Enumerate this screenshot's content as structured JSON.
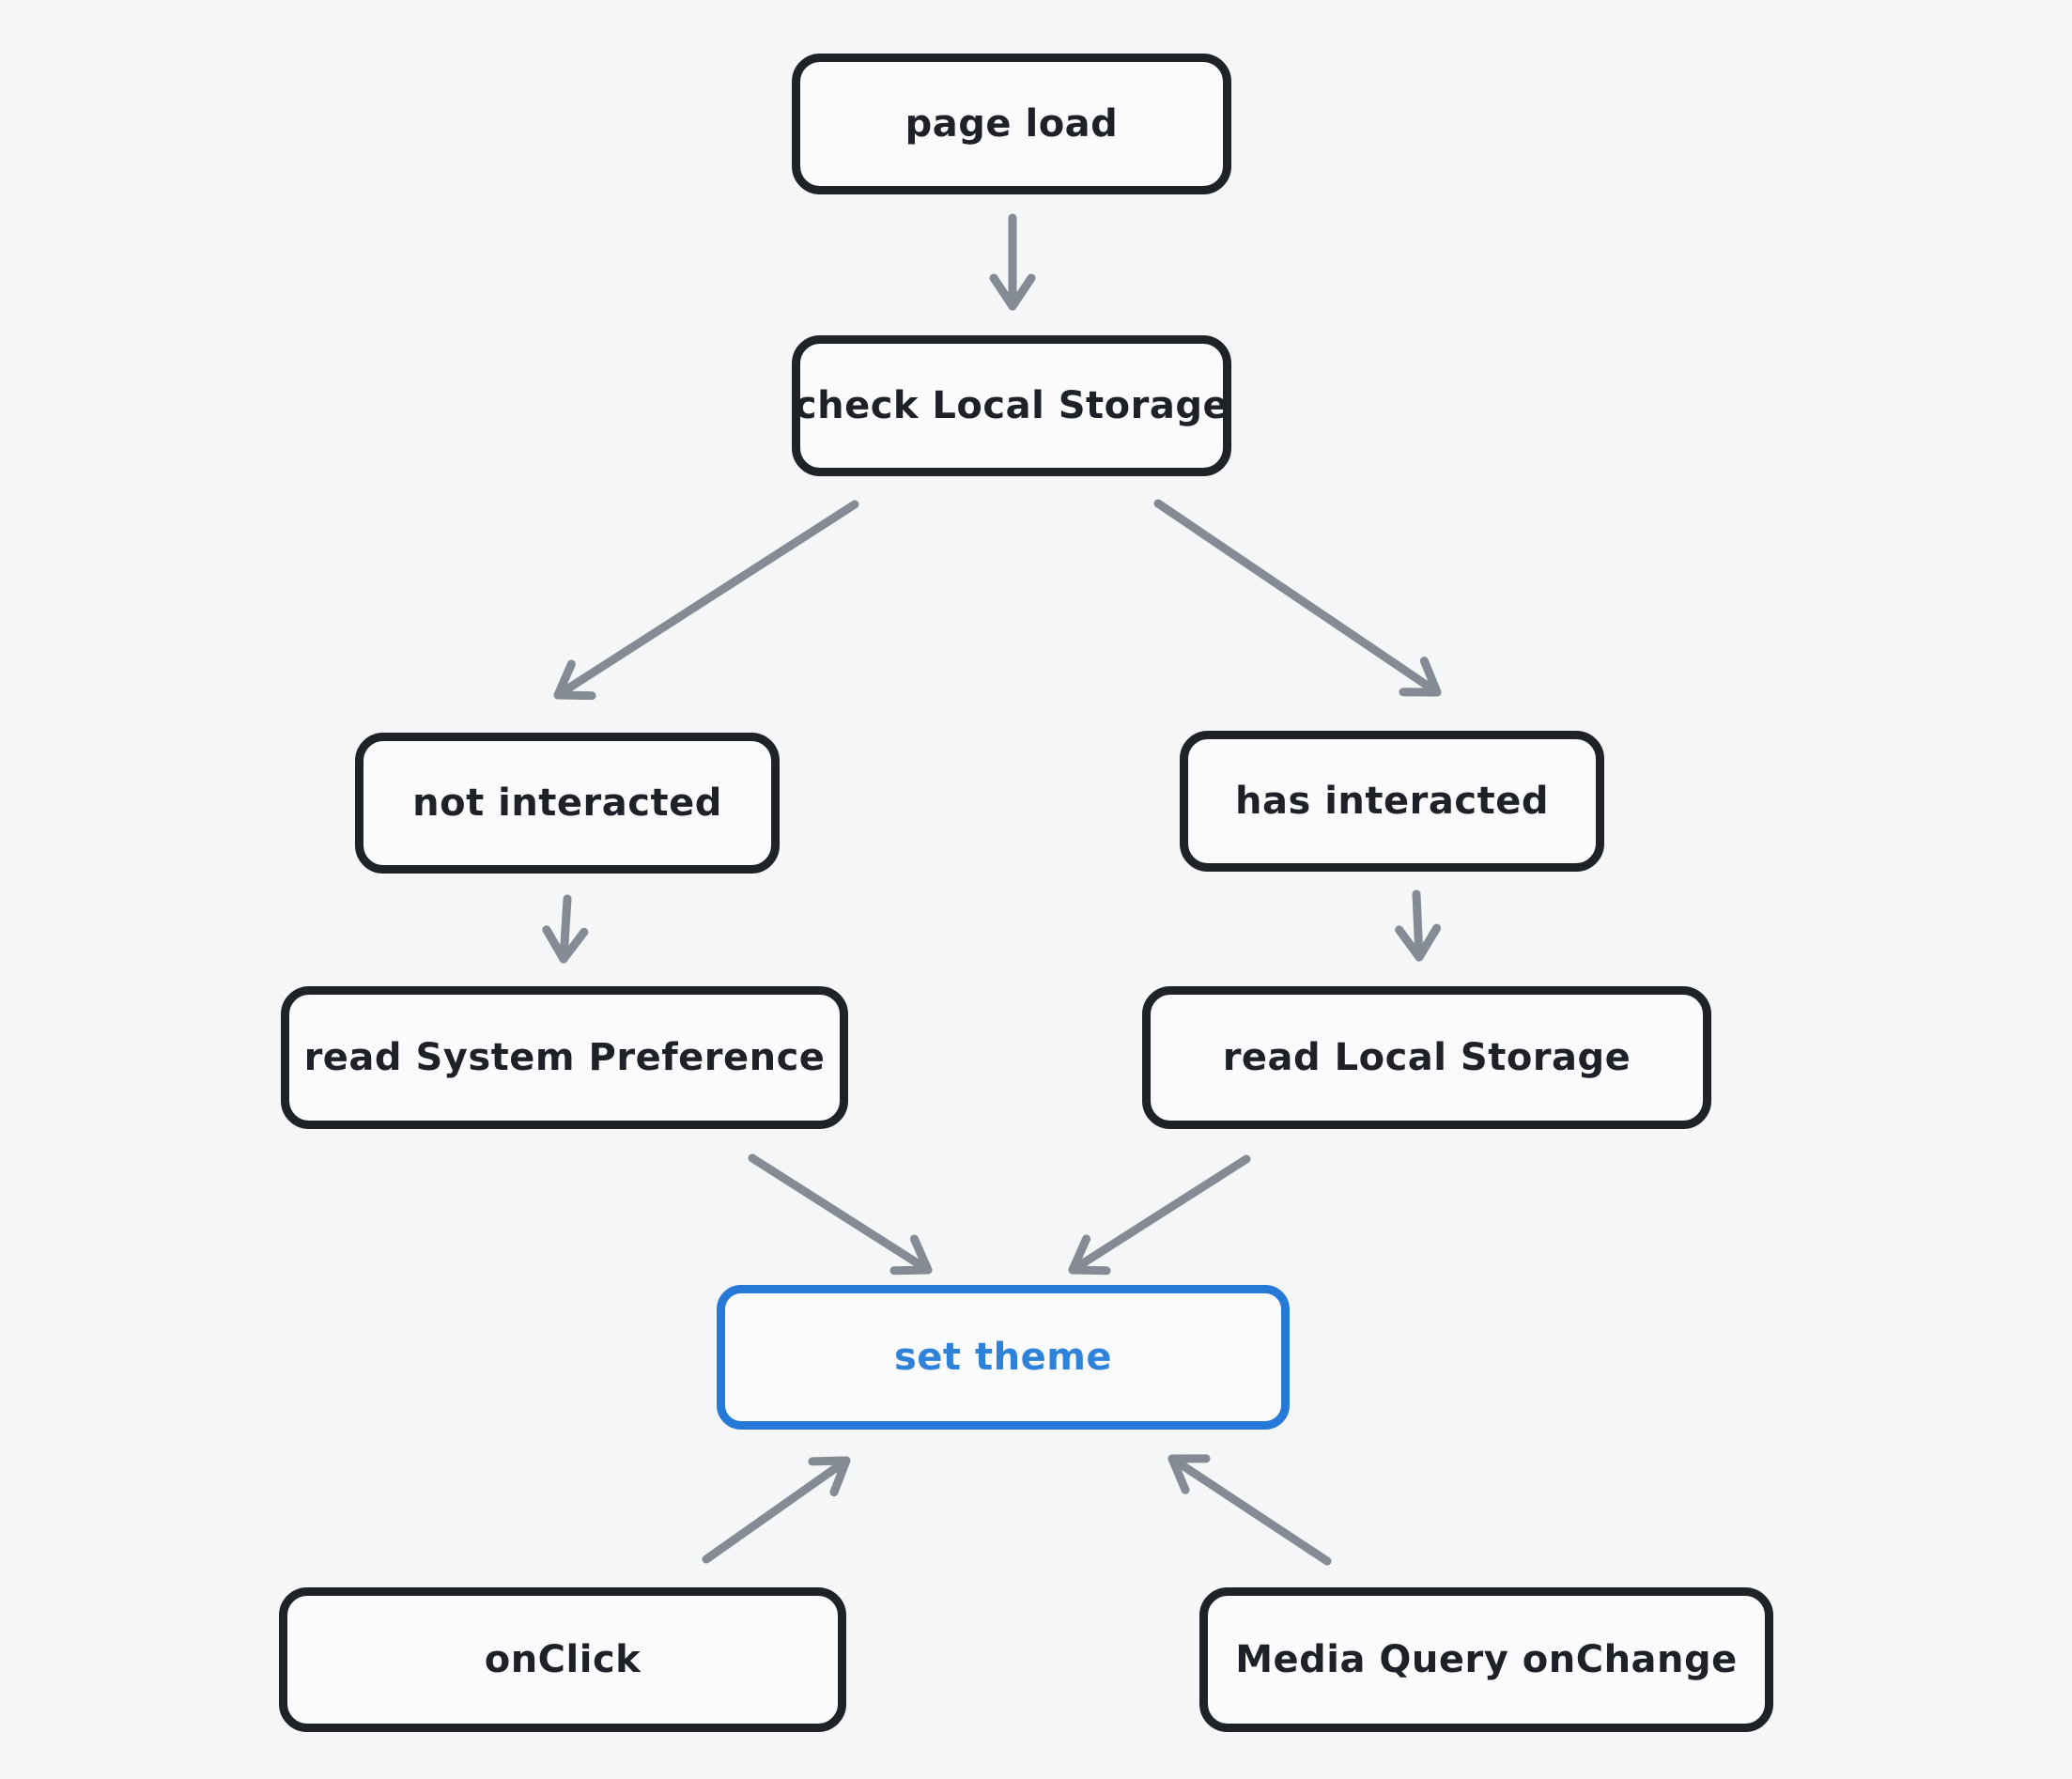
{
  "diagram": {
    "type": "flowchart",
    "nodes": [
      {
        "id": "page-load",
        "label": "page load",
        "emphasis": "default"
      },
      {
        "id": "check-local-storage",
        "label": "check Local Storage",
        "emphasis": "default"
      },
      {
        "id": "not-interacted",
        "label": "not interacted",
        "emphasis": "default"
      },
      {
        "id": "has-interacted",
        "label": "has interacted",
        "emphasis": "default"
      },
      {
        "id": "read-system-preference",
        "label": "read System Preference",
        "emphasis": "default"
      },
      {
        "id": "read-local-storage",
        "label": "read Local Storage",
        "emphasis": "default"
      },
      {
        "id": "set-theme",
        "label": "set theme",
        "emphasis": "accent"
      },
      {
        "id": "onclick",
        "label": "onClick",
        "emphasis": "default"
      },
      {
        "id": "media-query-onchange",
        "label": "Media Query onChange",
        "emphasis": "default"
      }
    ],
    "edges": [
      {
        "from": "page-load",
        "to": "check-local-storage"
      },
      {
        "from": "check-local-storage",
        "to": "not-interacted"
      },
      {
        "from": "check-local-storage",
        "to": "has-interacted"
      },
      {
        "from": "not-interacted",
        "to": "read-system-preference"
      },
      {
        "from": "has-interacted",
        "to": "read-local-storage"
      },
      {
        "from": "read-system-preference",
        "to": "set-theme"
      },
      {
        "from": "read-local-storage",
        "to": "set-theme"
      },
      {
        "from": "onclick",
        "to": "set-theme"
      },
      {
        "from": "media-query-onchange",
        "to": "set-theme"
      }
    ],
    "colors": {
      "background": "#f5f6f8",
      "node_fill": "#fafbfd",
      "node_stroke": "#1f2227",
      "node_text": "#1e2127",
      "accent_stroke": "#2679d7",
      "accent_text": "#2e82d9",
      "arrow": "#848b94"
    }
  }
}
